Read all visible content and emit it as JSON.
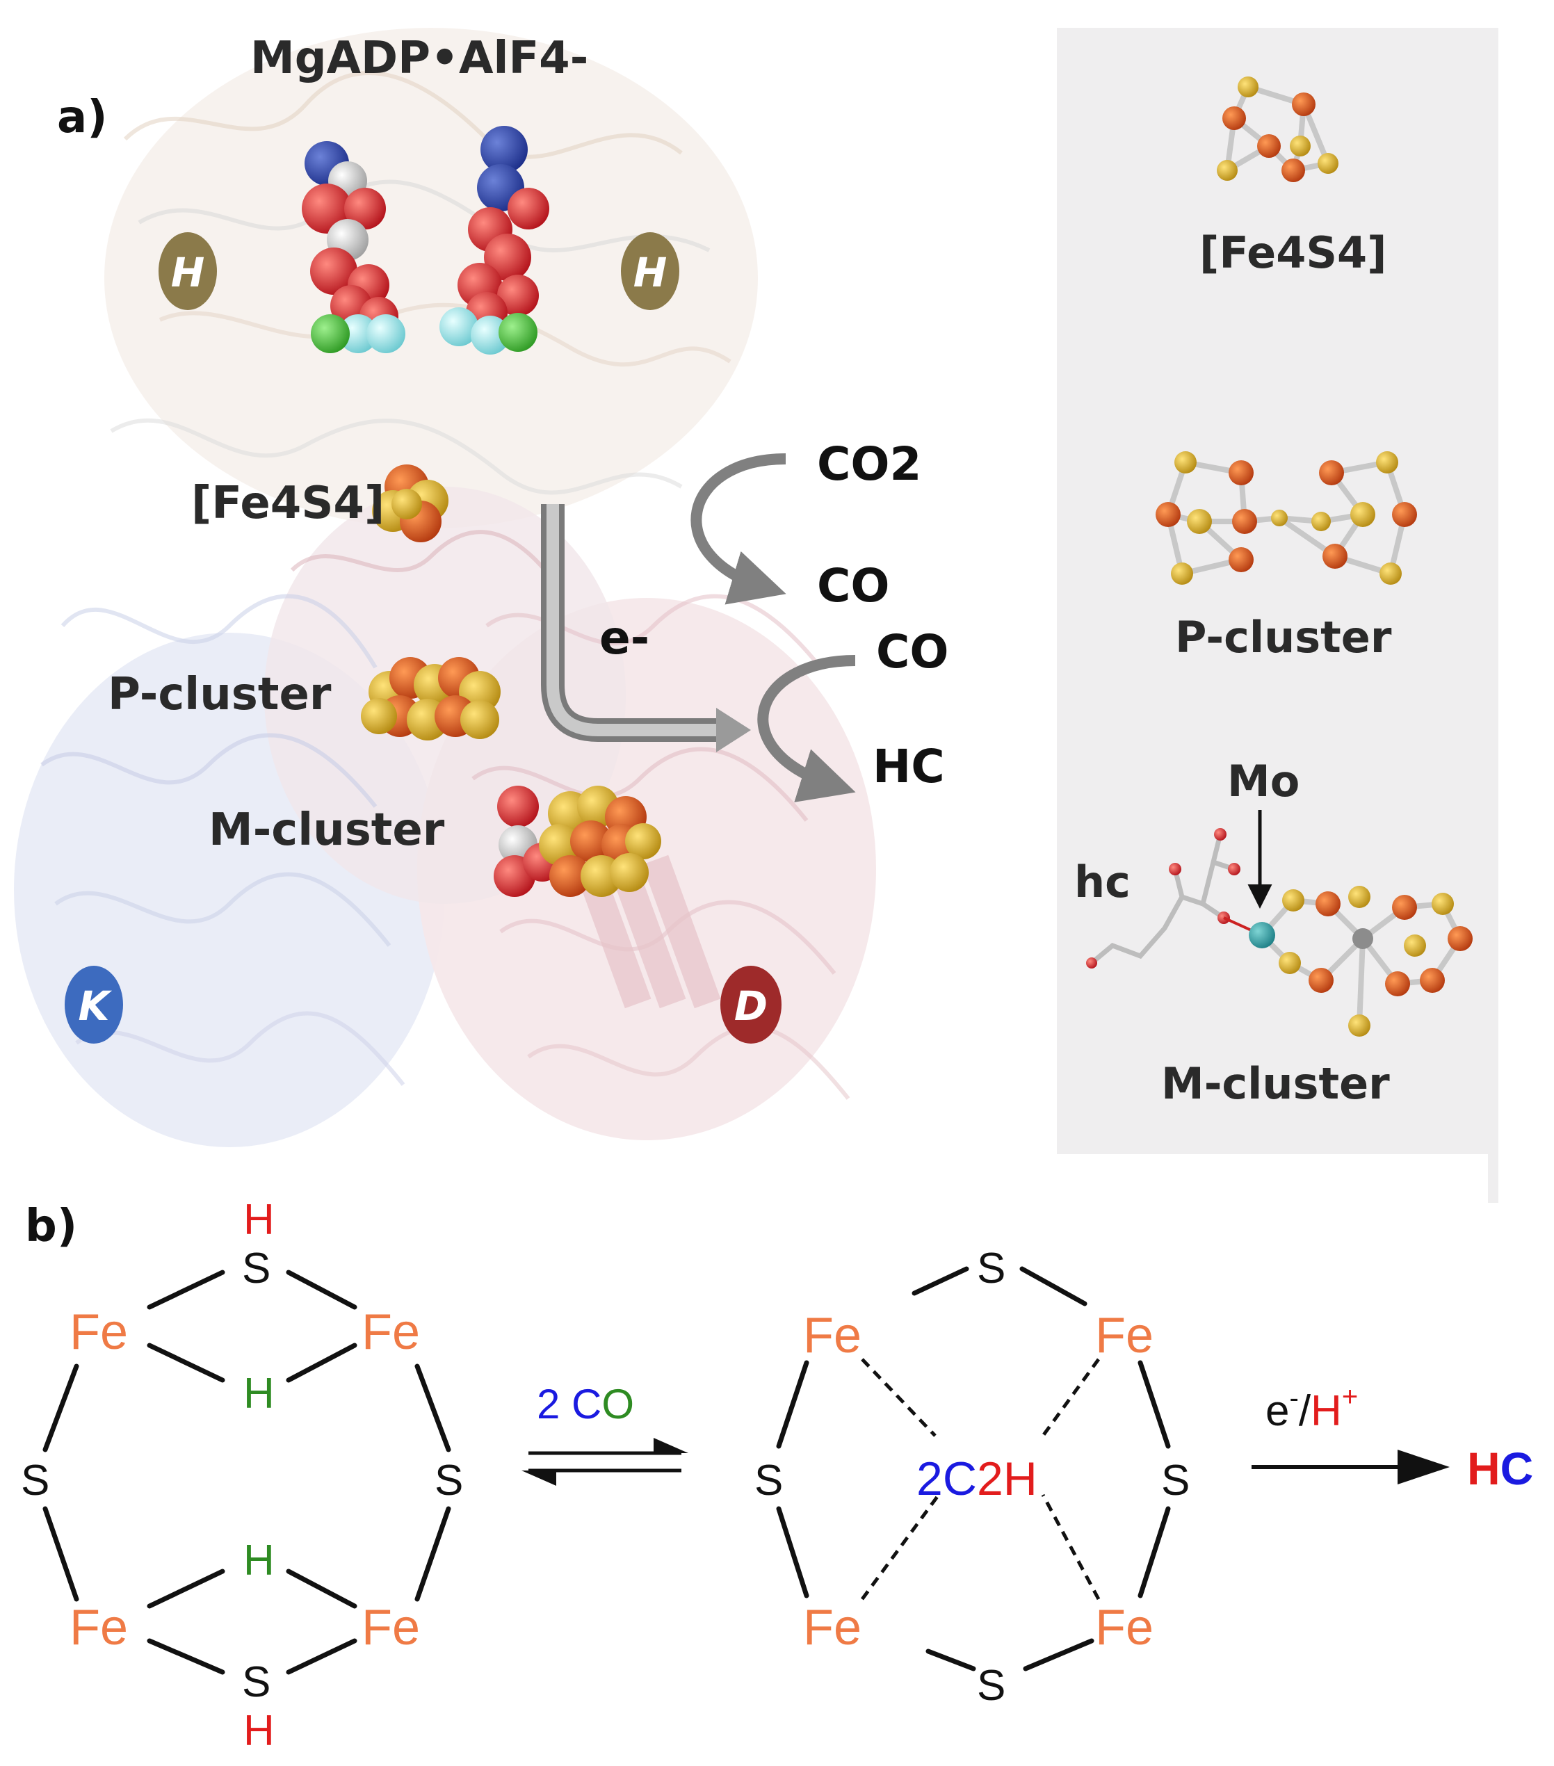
{
  "panel_a": {
    "label": "a)",
    "title": "MgADP•AlF4-",
    "subunit_h_left": "H",
    "subunit_h_right": "H",
    "subunit_k": "K",
    "subunit_d": "D",
    "fe4s4_label": "[Fe4S4]",
    "pcluster_label": "P-cluster",
    "mcluster_label": "M-cluster",
    "electron_label": "e-",
    "co2_label": "CO2",
    "co_label_1": "CO",
    "co_label_2": "CO",
    "hc_label": "HC"
  },
  "side_panel": {
    "fe4s4_label": "[Fe4S4]",
    "pcluster_label": "P-cluster",
    "mcluster_label": "M-cluster",
    "mo_label": "Mo",
    "hc_label": "hc"
  },
  "panel_b": {
    "label": "b)",
    "left_ring": {
      "fe_tl": "Fe",
      "fe_tr": "Fe",
      "fe_bl": "Fe",
      "fe_br": "Fe",
      "s_top": "S",
      "s_left": "S",
      "s_right": "S",
      "s_bottom": "S",
      "h_top": "H",
      "h_bottom": "H",
      "h_bridge_top": "H",
      "h_bridge_bottom": "H"
    },
    "equilibrium_reagent_2": "2 C",
    "equilibrium_reagent_o": "O",
    "right_ring": {
      "fe_tl": "Fe",
      "fe_tr": "Fe",
      "fe_bl": "Fe",
      "fe_br": "Fe",
      "s_top": "S",
      "s_left": "S",
      "s_right": "S",
      "s_bottom": "S",
      "center_2c": "2C",
      "center_2h": "2H"
    },
    "reduction_e": "e",
    "reduction_minus": "-",
    "reduction_slash": "/",
    "reduction_h": "H",
    "reduction_plus": "+",
    "product_h": "H",
    "product_c": "C"
  },
  "colors": {
    "fe": "#ef7a45",
    "h_bridging": "#2e8b22",
    "h_terminal": "#e21c1c",
    "carbon_blue": "#1a1ae0",
    "oxygen_green": "#2e8b22",
    "subunit_h": "#8b7a4a",
    "subunit_k": "#3d6bbf",
    "subunit_d": "#9e2a2a"
  }
}
